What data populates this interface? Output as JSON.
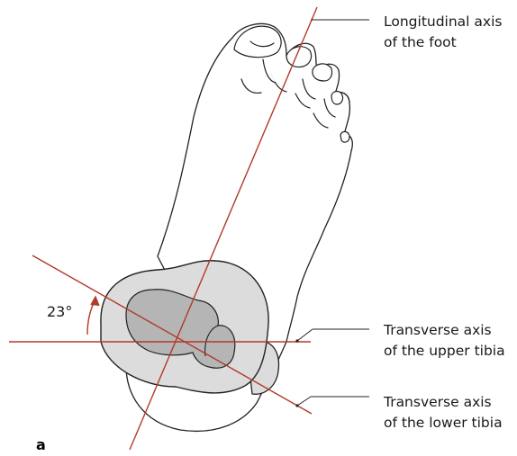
{
  "figure": {
    "panel_label": "a",
    "angle_label": "23°",
    "labels": {
      "longitudinal_line1": "Longitudinal axis",
      "longitudinal_line2": "of the foot",
      "upper_tibia_line1": "Transverse axis",
      "upper_tibia_line2": "of the upper tibia",
      "lower_tibia_line1": "Transverse axis",
      "lower_tibia_line2": "of the lower tibia"
    },
    "colors": {
      "axis_line": "#b23a2a",
      "outline": "#222222",
      "upper_tibia_fill": "#dcdcdc",
      "inner_fill": "#b5b5b5",
      "lower_tibia_fill": "#ffffff"
    }
  }
}
